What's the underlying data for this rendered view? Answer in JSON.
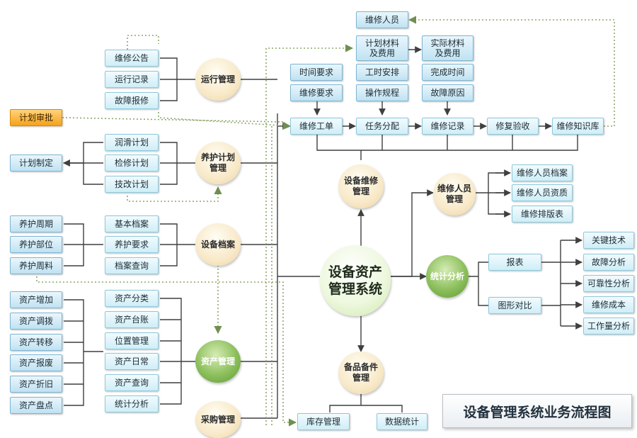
{
  "title": "设备管理系统业务流程图",
  "center": "设备资产\n管理系统",
  "hubs": {
    "run": "运行管理",
    "maint_plan": "养护计划\n管理",
    "archive": "设备档案",
    "asset": "资产管理",
    "purchase": "采购管理",
    "repair": "设备维修\n管理",
    "spare": "备品备件\n管理",
    "staff": "维修人员\n管理",
    "stats": "统计分析"
  },
  "run_items": [
    "维修公告",
    "运行记录",
    "故障报修"
  ],
  "plan_items": [
    "润滑计划",
    "检修计划",
    "技改计划"
  ],
  "plan_review": "计划审批",
  "plan_make": "计划制定",
  "archive_items": [
    "基本档案",
    "养护要求",
    "档案查询"
  ],
  "archive_left": [
    "养护周期",
    "养护部位",
    "养护周料"
  ],
  "asset_items": [
    "资产分类",
    "资产台账",
    "位置管理",
    "资产日常",
    "资产查询",
    "统计分析"
  ],
  "asset_left": [
    "资产增加",
    "资产调拨",
    "资产转移",
    "资产报废",
    "资产折旧",
    "资产盘点"
  ],
  "flow": [
    "维修工单",
    "任务分配",
    "维修记录",
    "修复验收",
    "维修知识库"
  ],
  "top_boxes": {
    "staff": "维修人员",
    "plan_material": "计划材料\n及费用",
    "actual_material": "实际材料\n及费用",
    "time_req": "时间要求",
    "work_hours": "工时安排",
    "finish_time": "完成时间",
    "repair_req": "维修要求",
    "procedure": "操作规程",
    "fault_cause": "故障原因"
  },
  "staff_items": [
    "维修人员档案",
    "维修人员资质",
    "维修排版表"
  ],
  "stats_items": [
    "报表",
    "图形对比"
  ],
  "stats_right": [
    "关键技术",
    "故障分析",
    "可靠性分析",
    "维修成本",
    "工作量分析"
  ],
  "spare_items": [
    "库存管理",
    "数据统计"
  ]
}
